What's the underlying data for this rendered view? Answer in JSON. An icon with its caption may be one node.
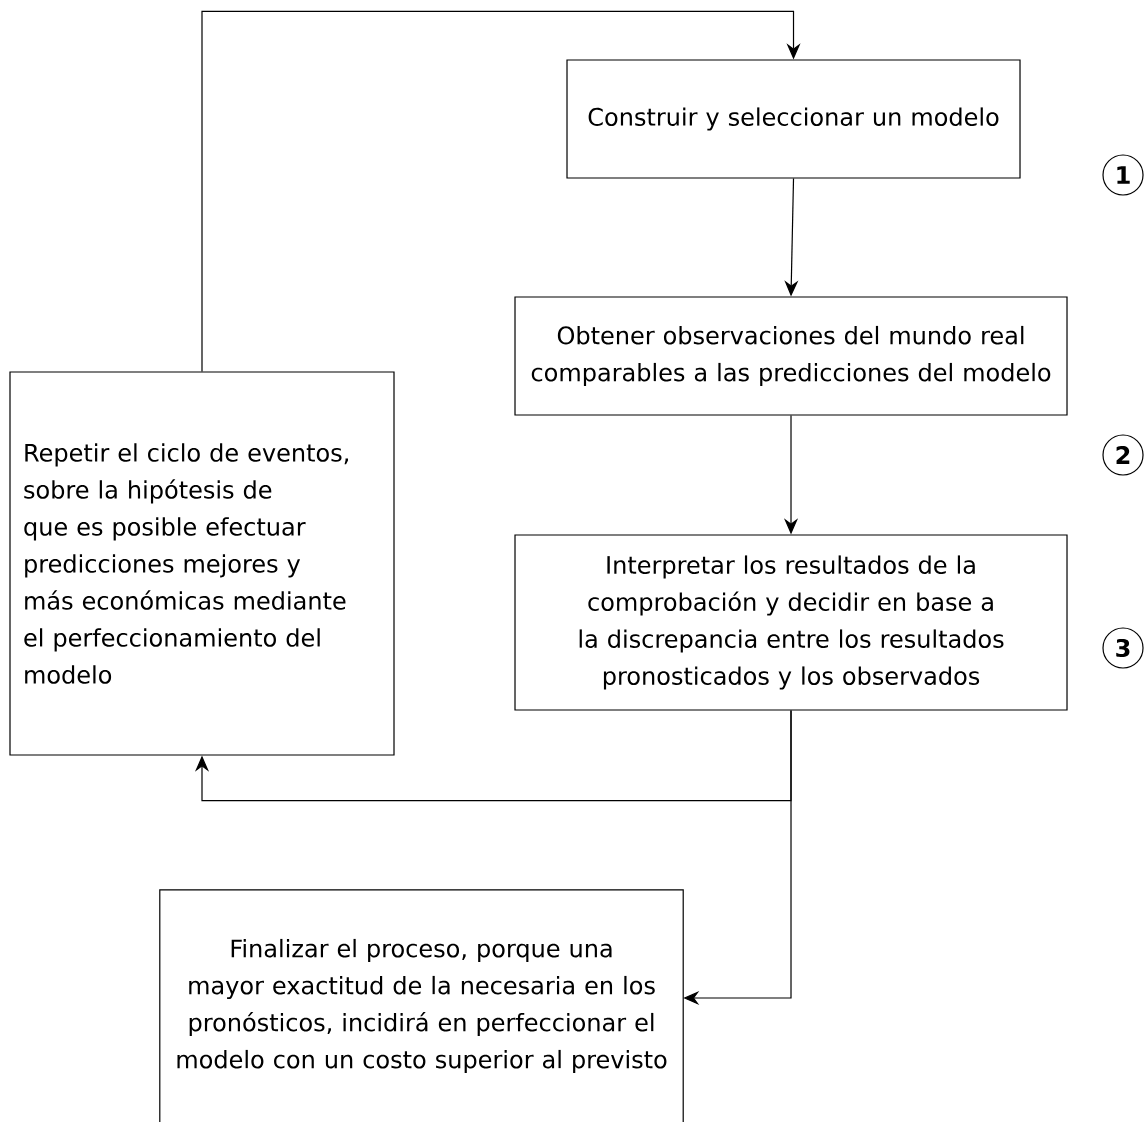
{
  "diagram": {
    "nodes": [
      {
        "text": [
          "Construir y seleccionar un modelo"
        ]
      },
      {
        "text": [
          "1"
        ]
      },
      {
        "text": [
          "Obtener observaciones del mundo real comparables a las predicciones del modelo"
        ]
      },
      {
        "text": [
          "2"
        ]
      },
      {
        "text": [
          "Interpretar los resultados de la comprobación y decidir en base a la discrepancia entre los resultados pronosticados y los observados"
        ]
      },
      {
        "text": [
          "3"
        ]
      },
      {
        "text": [
          "Repetir el ciclo de eventos, sobre la hipótesis de que es posible efectuar predicciones mejores y más económicas mediante el perfeccionamiento del modelo"
        ]
      },
      {
        "text": [
          "Finalizar el proceso, porque una mayor exactitud de la necesaria en los pronósticos, incidirá en perfeccionar el modelo con un costo superior al previsto"
        ]
      }
    ],
    "edges": [
      {
        "from": 0,
        "to": 2,
        "arrow": "to"
      },
      {
        "from": 2,
        "to": 4,
        "arrow": "to"
      },
      {
        "from": 4,
        "to": 6,
        "arrow": "to"
      },
      {
        "from": 4,
        "to": 7,
        "arrow": "to"
      },
      {
        "from": 6,
        "to": 0,
        "arrow": "to"
      }
    ]
  }
}
